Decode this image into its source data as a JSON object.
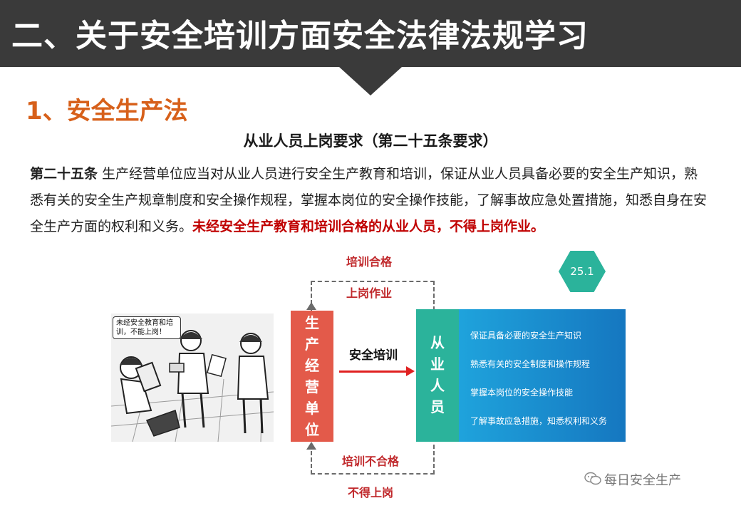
{
  "header": {
    "title": "二、关于安全培训方面安全法律法规学习"
  },
  "section": {
    "title": "1、安全生产法"
  },
  "subtitle": "从业人员上岗要求（第二十五条要求）",
  "paragraph": {
    "lead": "第二十五条",
    "body": " 生产经营单位应当对从业人员进行安全生产教育和培训，保证从业人员具备必要的安全生产知识，熟悉有关的安全生产规章制度和安全操作规程，掌握本岗位的安全操作技能，了解事故应急处置措施，知悉自身在安全生产方面的权利和义务。",
    "emphasis": "未经安全生产教育和培训合格的从业人员，不得上岗作业。"
  },
  "cartoon": {
    "bubble": "未经安全教育和培训，不能上岗！"
  },
  "diagram": {
    "top_label_1": "培训合格",
    "top_label_2": "上岗作业",
    "bottom_label_1": "培训不合格",
    "bottom_label_2": "不得上岗",
    "org_label": "生产经营单位",
    "arrow_label": "安全培训",
    "staff_label": "从业人员",
    "requirements": [
      "保证具备必要的安全生产知识",
      "熟悉有关的安全制度和操作规程",
      "掌握本岗位的安全操作技能",
      "了解事故应急措施，知悉权利和义务"
    ],
    "badge": "25.1"
  },
  "watermark": "每日安全生产",
  "colors": {
    "header_bg": "#3a3a3a",
    "section_title": "#d7601a",
    "emphasis_red": "#c00000",
    "org_box": "#e35a4a",
    "staff_box": "#2bb39b",
    "requirements_panel": "#1a8fd0"
  }
}
